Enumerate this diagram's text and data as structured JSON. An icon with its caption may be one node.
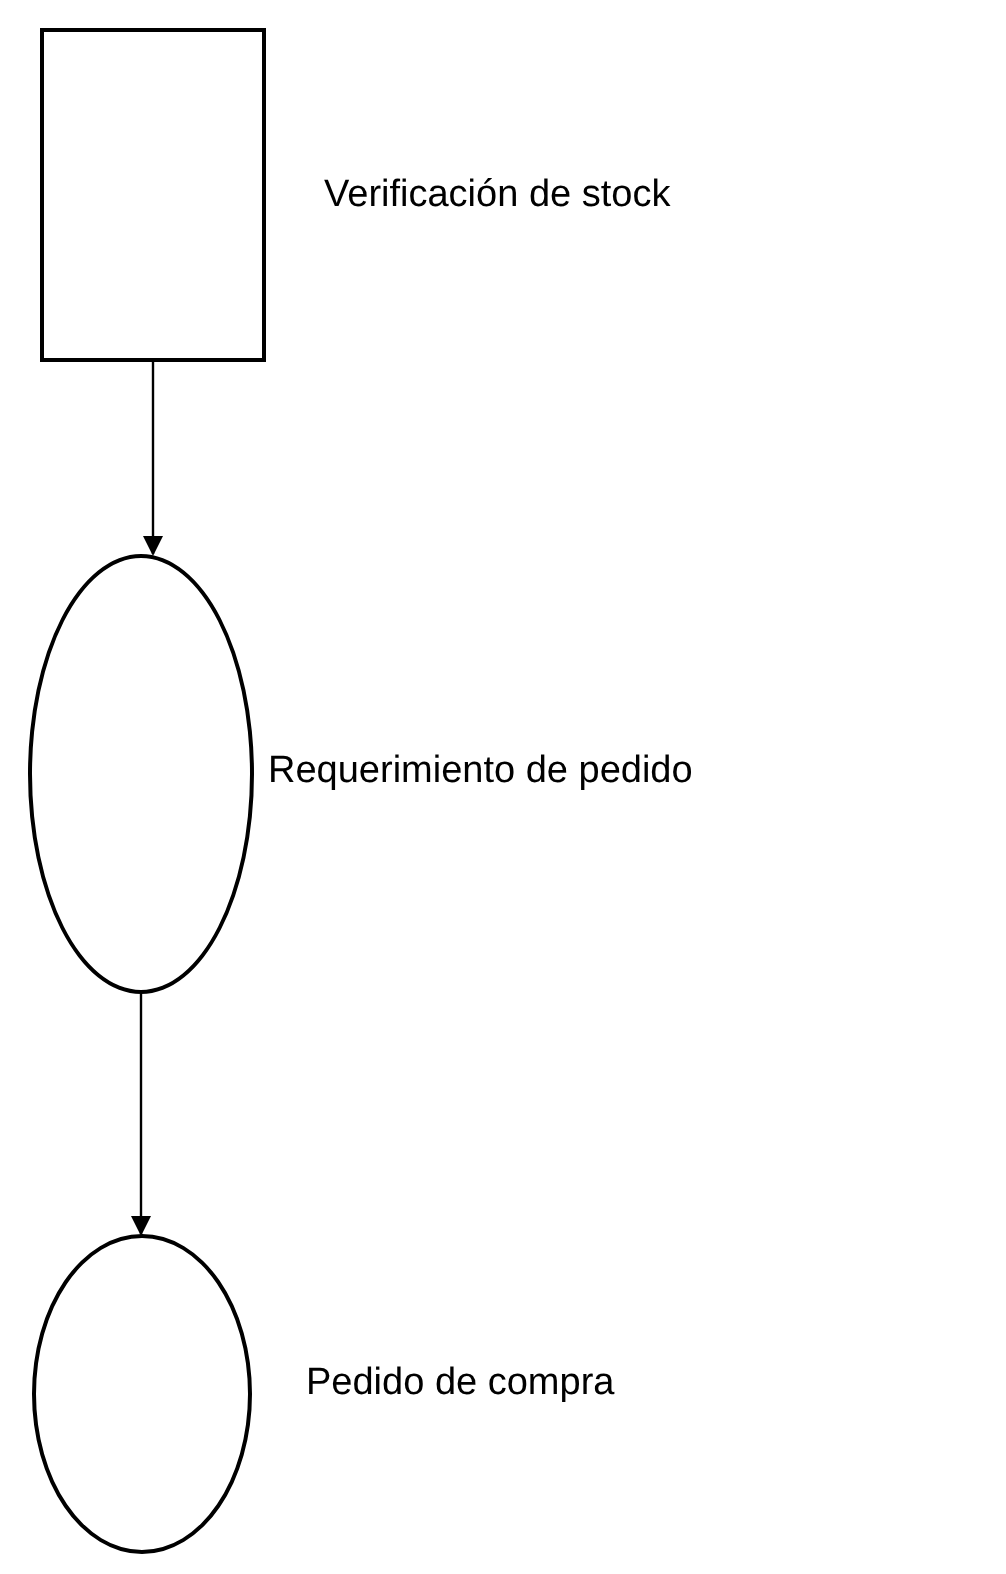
{
  "diagram": {
    "nodes": [
      {
        "text": [],
        "shape": "box",
        "beside": [
          "Verificación de stock"
        ]
      },
      {
        "text": [],
        "shape": "ellipse",
        "beside": [
          "Requerimiento de pedido"
        ]
      },
      {
        "text": [],
        "shape": "ellipse",
        "beside": [
          "Pedido de compra"
        ]
      }
    ],
    "edges": [
      {
        "from": 0,
        "to": 1,
        "arrow": "to"
      },
      {
        "from": 1,
        "to": 2,
        "arrow": "to"
      }
    ]
  }
}
